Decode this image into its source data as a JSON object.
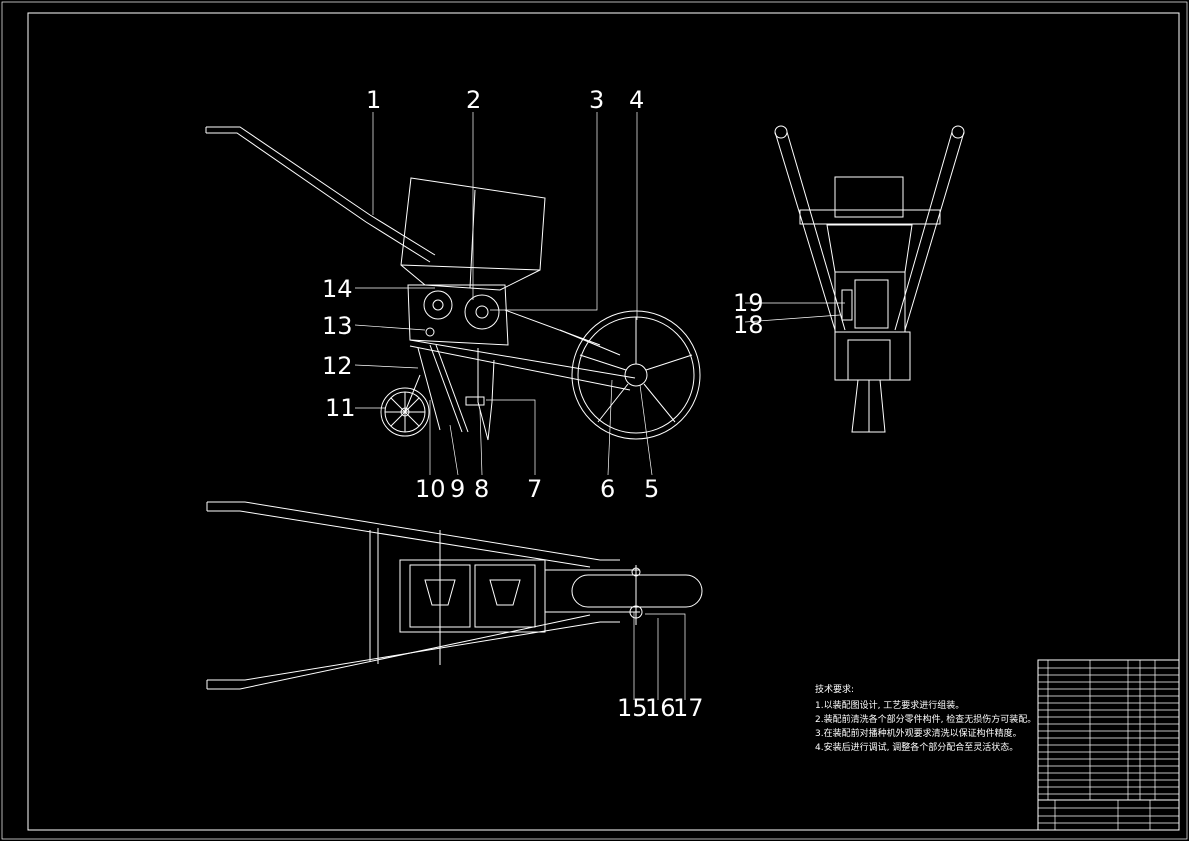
{
  "drawing": {
    "callouts": [
      "1",
      "2",
      "3",
      "4",
      "5",
      "6",
      "7",
      "8",
      "9",
      "10",
      "11",
      "12",
      "13",
      "14",
      "15",
      "16",
      "17",
      "18",
      "19"
    ],
    "notes_title": "技术要求:",
    "notes": [
      "1.以装配图设计, 工艺要求进行组装。",
      "2.装配前清洗各个部分零件构件, 检查无损伤方可装配。",
      "3.在装配前对播种机外观要求清洗以保证构件精度。",
      "4.安装后进行调试, 调整各个部分配合至灵活状态。"
    ],
    "colors": {
      "background": "#000000",
      "line": "#ffffff"
    }
  }
}
